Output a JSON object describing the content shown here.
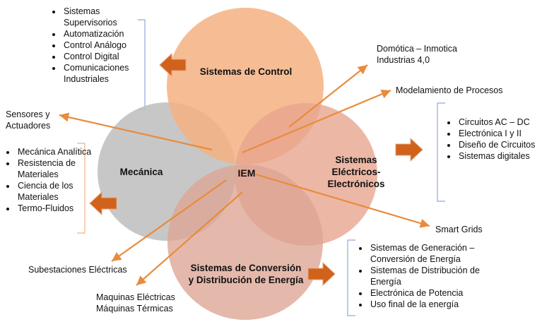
{
  "colors": {
    "control": "#F4B183",
    "mecanica": "#BFBFBF",
    "electricos": "#E9A58F",
    "conversion": "#DDA593",
    "arrow_line": "#E98B3A",
    "block_arrow": "#D0621C",
    "bracket": "#8FAADC",
    "bracket_left": "#F4B183"
  },
  "center": "IEM",
  "circles": {
    "control": "Sistemas de Control",
    "mecanica": "Mecánica",
    "electricos": [
      "Sistemas",
      "Eléctricos-",
      "Electrónicos"
    ],
    "conversion": [
      "Sistemas de Conversión",
      "y Distribución de Energía"
    ]
  },
  "lists": {
    "control": [
      "Sistemas Supervisorios",
      "Automatización",
      "Control Análogo",
      "Control Digital",
      "Comunicaciones Industriales"
    ],
    "mecanica": [
      "Mecánica Analítica",
      "Resistencia de Materiales",
      "Ciencia de los Materiales",
      "Termo-Fluidos"
    ],
    "electricos": [
      "Circuitos AC – DC",
      "Electrónica I y II",
      "Diseño de Circuitos",
      "Sistemas digitales"
    ],
    "conversion": [
      "Sistemas de Generación – Conversión de Energía",
      "Sistemas de Distribución de Energía",
      "Electrónica de Potencia",
      "Uso final de la energía"
    ]
  },
  "labels": {
    "domotica": [
      "Domótica – Inmotica",
      "Industrias 4,0"
    ],
    "modelamiento": "Modelamiento de Procesos",
    "sensores": [
      "Sensores y",
      "Actuadores"
    ],
    "smart_grids": "Smart Grids",
    "subestaciones": "Subestaciones Eléctricas",
    "maquinas": [
      "Maquinas Eléctricas",
      "Máquinas Térmicas"
    ]
  }
}
